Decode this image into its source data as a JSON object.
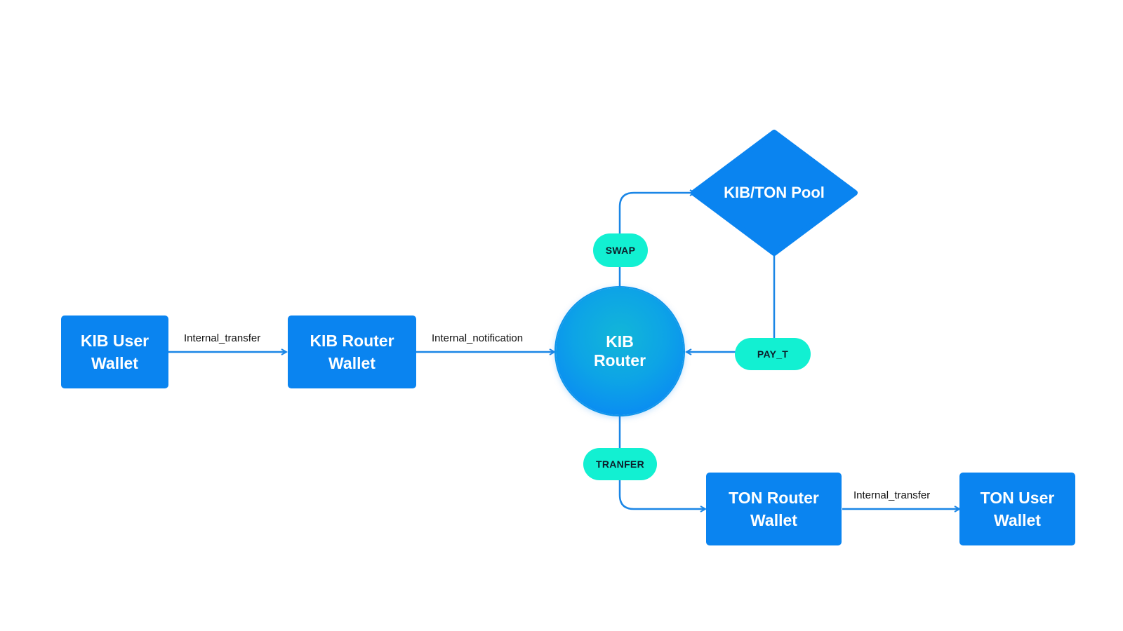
{
  "nodes": {
    "kib_user_wallet": "KIB User Wallet",
    "kib_router_wallet": "KIB Router Wallet",
    "kib_router": "KIB Router",
    "pool": "KIB/TON Pool",
    "ton_router_wallet": "TON Router Wallet",
    "ton_user_wallet": "TON User Wallet"
  },
  "edges": {
    "user_to_router_wallet": "Internal_transfer",
    "router_wallet_to_router": "Internal_notification",
    "ton_router_to_user": "Internal_transfer"
  },
  "ops": {
    "swap": "SWAP",
    "pay": "PAY_T",
    "transfer": "TRANFER"
  },
  "colors": {
    "node_blue": "#0a84f0",
    "connector_blue": "#1a86e6",
    "op_pill": "#12f0d2"
  }
}
